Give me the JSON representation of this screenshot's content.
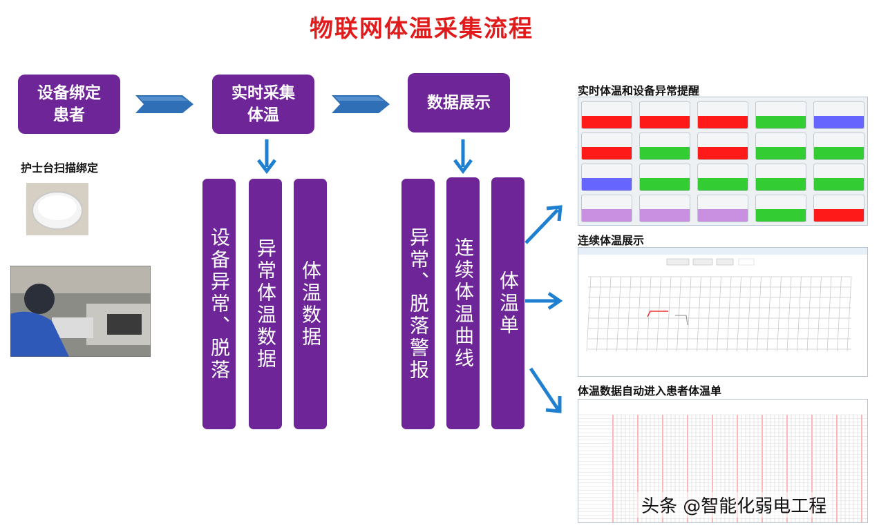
{
  "title": "物联网体温采集流程",
  "boxes": {
    "bind": "设备绑定患者",
    "collect": "实时采集体温",
    "display": "数据展示"
  },
  "columns": {
    "c1": "设备异常、脱落",
    "c2": "异常体温数据",
    "c3": "体温数据",
    "c4": "异常、脱落警报",
    "c5": "连续体温曲线",
    "c6": "体温单"
  },
  "left_label": "护士台扫描绑定",
  "screens": {
    "s1": "实时体温和设备异常提醒",
    "s2": "连续体温展示",
    "s3": "体温数据自动进入患者体温单"
  },
  "watermark": "头条 @智能化弱电工程",
  "colors": {
    "title": "#e11b1b",
    "box": "#6e2597",
    "arrow": "#1f7fd0",
    "chevron": "#2e6fb5",
    "tile_red": "#ff1a1a",
    "tile_green": "#33cc33",
    "tile_blue": "#6666ff",
    "tile_lilac": "#c98fe0"
  }
}
